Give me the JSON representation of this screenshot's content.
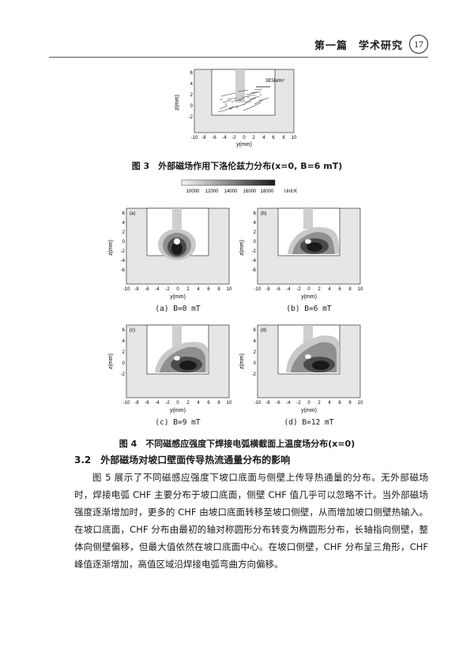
{
  "header": {
    "title": "第一篇　学术研究",
    "page_number": "17"
  },
  "figure3": {
    "caption": "图 3　外部磁场作用下洛伦兹力分布(x=0, B=6 mT)",
    "ylabel": "z(mm)",
    "xlabel": "y(mm)",
    "scale_label": "3E5N/m³"
  },
  "colorbar": {
    "ticks": [
      "10000",
      "12000",
      "14000",
      "16000",
      "18000"
    ],
    "unit": "Unit:K"
  },
  "figure4": {
    "caption": "图 4　不同磁感应强度下焊接电弧横截面上温度场分布(x=0)",
    "panels": [
      {
        "tag": "(a)",
        "label": "(a) B=0 mT"
      },
      {
        "tag": "(b)",
        "label": "(b) B=6 mT"
      },
      {
        "tag": "(c)",
        "label": "(c) B=9 mT"
      },
      {
        "tag": "(d)",
        "label": "(d) B=12 mT"
      }
    ]
  },
  "axes": {
    "ylabel": "z(mm)",
    "xlabel": "y(mm)",
    "x_ticks": [
      "-10",
      "-8",
      "-6",
      "-4",
      "-2",
      "0",
      "2",
      "4",
      "6",
      "8",
      "10"
    ],
    "y_ticks_full": [
      "6",
      "4",
      "2",
      "0",
      "-2",
      "-4",
      "-6"
    ],
    "y_ticks_short": [
      "6",
      "4",
      "2",
      "0",
      "-2"
    ]
  },
  "section": {
    "heading": "3.2　外部磁场对坡口壁面传导热流通量分布的影响",
    "paragraph": "图 5 展示了不同磁感应强度下坡口底面与侧壁上传导热通量的分布。无外部磁场时，焊接电弧 CHF 主要分布于坡口底面，侧壁 CHF 值几乎可以忽略不计。当外部磁场强度逐渐增加时，更多的 CHF 由坡口底面转移至坡口侧壁，从而增加坡口侧壁热输入。在坡口底面，CHF 分布由最初的轴对称圆形分布转变为椭圆形分布，长轴指向侧壁，整体向侧壁偏移，但最大值依然在坡口底面中心。在坡口侧壁，CHF 分布呈三角形，CHF 峰值逐渐增加，高值区域沿焊接电弧弯曲方向偏移。"
  }
}
